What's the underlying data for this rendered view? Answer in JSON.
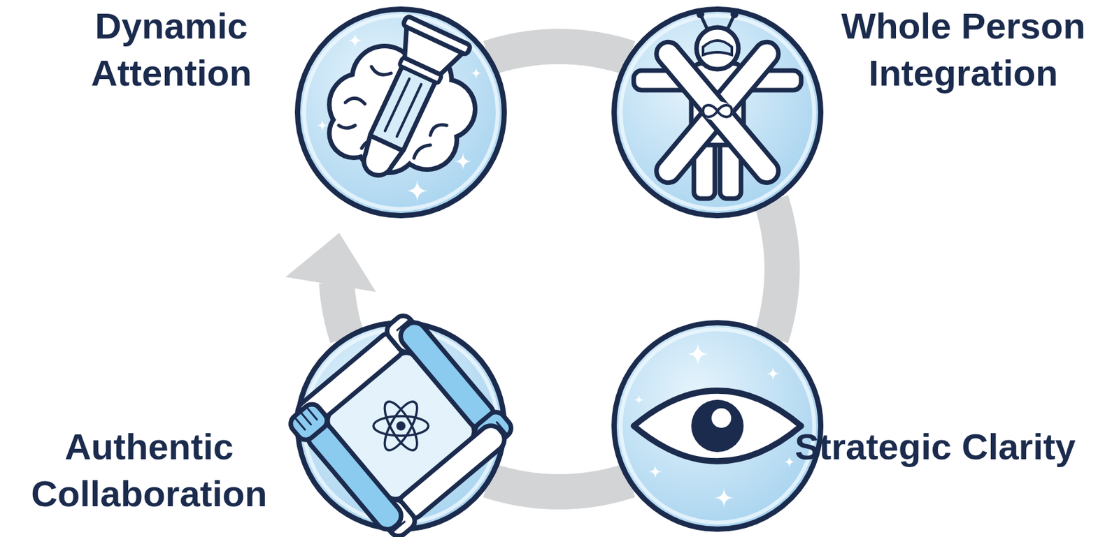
{
  "diagram": {
    "nodes": [
      {
        "text": [
          "Dynamic Attention"
        ]
      },
      {
        "text": [
          "Whole Person Integration"
        ]
      },
      {
        "text": [
          "Authentic Collaboration"
        ]
      },
      {
        "text": [
          "Strategic Clarity"
        ]
      }
    ],
    "edges": [
      {
        "from": 0,
        "to": 1,
        "arrow": "none"
      },
      {
        "from": 1,
        "to": 3,
        "arrow": "none"
      },
      {
        "from": 3,
        "to": 2,
        "arrow": "none"
      },
      {
        "from": 2,
        "to": 0,
        "arrow": "to"
      }
    ]
  }
}
